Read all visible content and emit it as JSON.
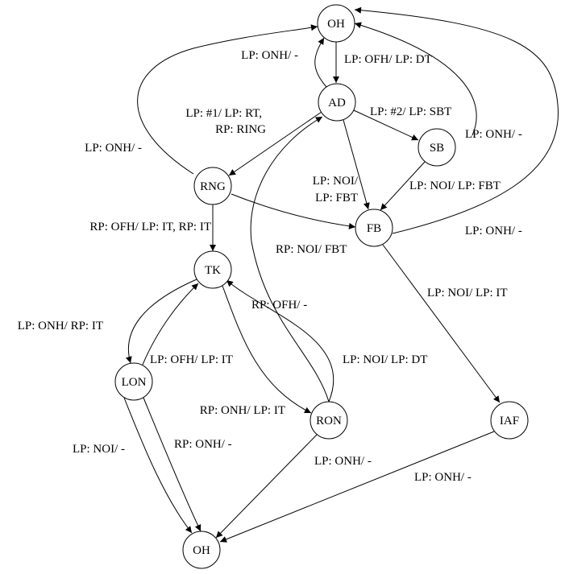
{
  "nodes": [
    {
      "id": "oh_top",
      "label": "OH"
    },
    {
      "id": "ad",
      "label": "AD"
    },
    {
      "id": "sb",
      "label": "SB"
    },
    {
      "id": "rng",
      "label": "RNG"
    },
    {
      "id": "fb",
      "label": "FB"
    },
    {
      "id": "tk",
      "label": "TK"
    },
    {
      "id": "lon",
      "label": "LON"
    },
    {
      "id": "ron",
      "label": "RON"
    },
    {
      "id": "iaf",
      "label": "IAF"
    },
    {
      "id": "oh_bottom",
      "label": "OH"
    }
  ],
  "edges": [
    {
      "id": "oh-ad",
      "from": "oh_top",
      "to": "ad",
      "label": [
        "LP: OFH/ LP: DT"
      ]
    },
    {
      "id": "ad-oh",
      "from": "ad",
      "to": "oh_top",
      "label": [
        "LP: ONH/ -"
      ]
    },
    {
      "id": "ad-rng",
      "from": "ad",
      "to": "rng",
      "label": [
        "LP: #1/ LP: RT,",
        "RP: RING"
      ]
    },
    {
      "id": "ad-sb",
      "from": "ad",
      "to": "sb",
      "label": [
        "LP: #2/ LP: SBT"
      ]
    },
    {
      "id": "sb-oh",
      "from": "sb",
      "to": "oh_top",
      "label": [
        "LP: ONH/ -"
      ]
    },
    {
      "id": "ad-fb",
      "from": "ad",
      "to": "fb",
      "label": [
        "LP: NOI/",
        "LP: FBT"
      ]
    },
    {
      "id": "sb-fb",
      "from": "sb",
      "to": "fb",
      "label": [
        "LP: NOI/ LP: FBT"
      ]
    },
    {
      "id": "rng-oh",
      "from": "rng",
      "to": "oh_top",
      "label": [
        "LP: ONH/ -"
      ]
    },
    {
      "id": "fb-oh",
      "from": "fb",
      "to": "oh_top",
      "label": [
        "LP: ONH/ -"
      ]
    },
    {
      "id": "rng-fb",
      "from": "rng",
      "to": "fb",
      "label": [
        "RP: NOI/ FBT"
      ]
    },
    {
      "id": "rng-tk",
      "from": "rng",
      "to": "tk",
      "label": [
        "RP: OFH/ LP: IT, RP: IT"
      ]
    },
    {
      "id": "fb-iaf",
      "from": "fb",
      "to": "iaf",
      "label": [
        "LP: NOI/ LP: IT"
      ]
    },
    {
      "id": "tk-lon",
      "from": "tk",
      "to": "lon",
      "label": [
        "LP: ONH/ RP: IT"
      ]
    },
    {
      "id": "lon-tk",
      "from": "lon",
      "to": "tk",
      "label": [
        "LP: OFH/ LP: IT"
      ]
    },
    {
      "id": "ron-tk",
      "from": "ron",
      "to": "tk",
      "label": [
        "RP: OFH/ -"
      ]
    },
    {
      "id": "tk-ron",
      "from": "tk",
      "to": "ron",
      "label": [
        "RP: ONH/ LP: IT"
      ]
    },
    {
      "id": "ron-ad",
      "from": "ron",
      "to": "ad",
      "label": [
        "LP: NOI/ LP: DT"
      ]
    },
    {
      "id": "lon-oh-a",
      "from": "lon",
      "to": "oh_bottom",
      "label": [
        "LP: NOI/ -"
      ]
    },
    {
      "id": "lon-oh-b",
      "from": "lon",
      "to": "oh_bottom",
      "label": [
        "RP: ONH/ -"
      ]
    },
    {
      "id": "ron-oh",
      "from": "ron",
      "to": "oh_bottom",
      "label": [
        "LP: ONH/ -"
      ]
    },
    {
      "id": "iaf-oh",
      "from": "iaf",
      "to": "oh_bottom",
      "label": [
        "LP: ONH/ -"
      ]
    }
  ]
}
